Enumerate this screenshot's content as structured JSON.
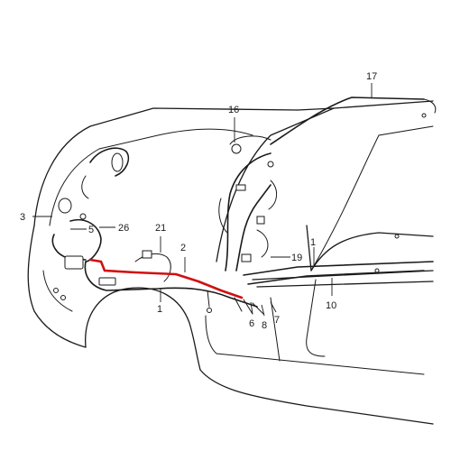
{
  "diagram": {
    "highlight_color": "#d01010",
    "line_color": "#1a1a1a",
    "callouts": {
      "c1a": "1",
      "c1b": "1",
      "c2": "2",
      "c3": "3",
      "c5": "5",
      "c6": "6",
      "c7": "7",
      "c8": "8",
      "c10": "10",
      "c16": "16",
      "c17": "17",
      "c19": "19",
      "c21": "21",
      "c26": "26"
    }
  }
}
